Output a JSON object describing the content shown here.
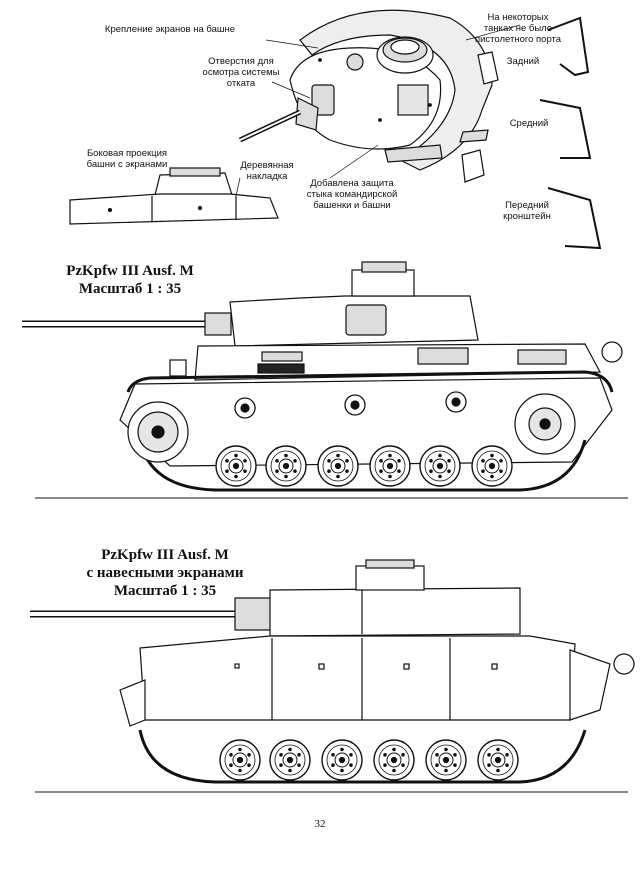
{
  "labels": {
    "turret_skirt_mount": "Крепление экранов на башне",
    "recoil_inspection": "Отверстия для\nосмотра системы\nотката",
    "no_pistol_port": "На некоторых\nтанках не было\nпистолетного порта",
    "rear": "Задний",
    "middle": "Средний",
    "front_bracket": "Передний\nкронштейн",
    "side_projection": "Боковая проекция\nбашни с экранами",
    "wooden_pad": "Деревянная\nнакладка",
    "cupola_protection": "Добавлена защита\nстыка командирской\nбашенки и башни"
  },
  "drawing1": {
    "title": "PzKpfw III Ausf. M\nМасштаб 1 : 35"
  },
  "drawing2": {
    "title": "PzKpfw III Ausf. M\nс навесными экранами\nМасштаб 1 : 35"
  },
  "page_number": "32",
  "colors": {
    "ink": "#111111",
    "shade": "#d9d9d9",
    "paper": "#ffffff"
  }
}
